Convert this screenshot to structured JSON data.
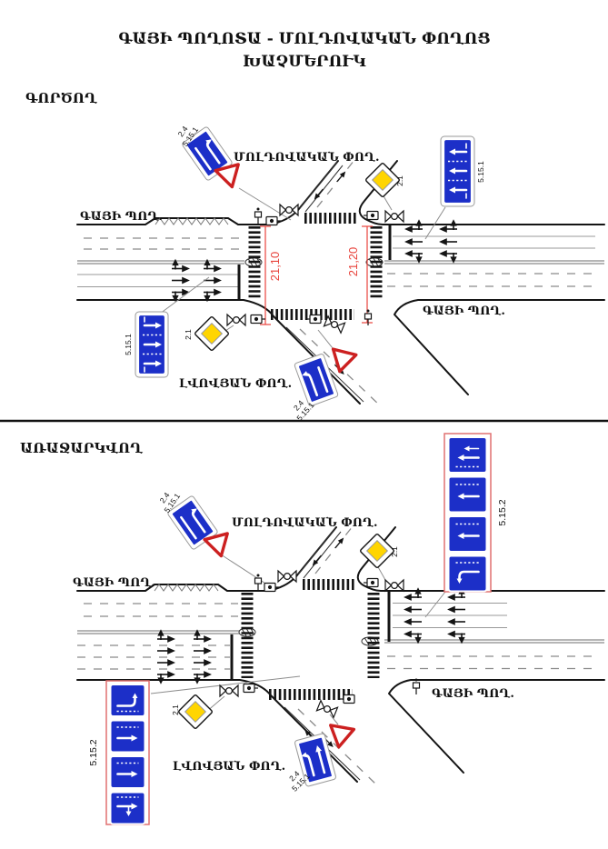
{
  "title": {
    "line1": "ԳԱՅԻ ՊՈՂՈՏԱ - ՄՈԼԴՈՎԱԿԱՆ ՓՈՂՈՑ",
    "line2": "ԽԱՉՄԵՐՈՒԿ"
  },
  "panels": {
    "existing": {
      "label": "ԳՈՐԾՈՂ",
      "streets": {
        "gai_west": "ԳԱՅԻ ՊՈՂ.",
        "gai_east": "ԳԱՅԻ ՊՈՂ.",
        "moldovakan": "ՄՈԼԴՈՎԱԿԱՆ ՓՈՂ.",
        "lvovyan": "ԼՎՈՎՅԱՆ ՓՈՂ."
      },
      "dimensions": {
        "west_crossing": "21,10",
        "east_crossing": "21,20"
      },
      "signs": {
        "nw_assembly": {
          "yield_code": "2.4",
          "lane_code": "5.15.1"
        },
        "ne_priority_code": "2.1",
        "ne_lane_sign_code": "5.15.1",
        "sw_lane_sign_code": "5.15.1",
        "s_priority_code": "2.1",
        "se_assembly": {
          "yield_code": "2.4",
          "lane_code": "5.15.1"
        }
      }
    },
    "proposed": {
      "label": "ԱՌԱՋԱՐԿՎՈՂ",
      "streets": {
        "gai_west": "ԳԱՅԻ ՊՈՂ.",
        "gai_east": "ԳԱՅԻ ՊՈՂ.",
        "moldovakan": "ՄՈԼԴՈՎԱԿԱՆ ՓՈՂ.",
        "lvovyan": "ԼՎՈՎՅԱՆ ՓՈՂ."
      },
      "signs": {
        "nw_assembly": {
          "yield_code": "2.4",
          "lane_code": "5.15.1"
        },
        "ne_priority_code": "2.1",
        "ne_lane_stack_code": "5.15.2",
        "sw_lane_stack_code": "5.15.2",
        "s_priority_code": "2.1",
        "se_assembly": {
          "yield_code": "2.4",
          "lane_code": "5.15.1"
        }
      }
    }
  },
  "colors": {
    "sign_blue": "#1c2fc8",
    "priority_yellow": "#ffd500",
    "yield_red": "#cc2020",
    "dimension_red": "#e8433c",
    "stack_frame_red": "#e07070"
  }
}
